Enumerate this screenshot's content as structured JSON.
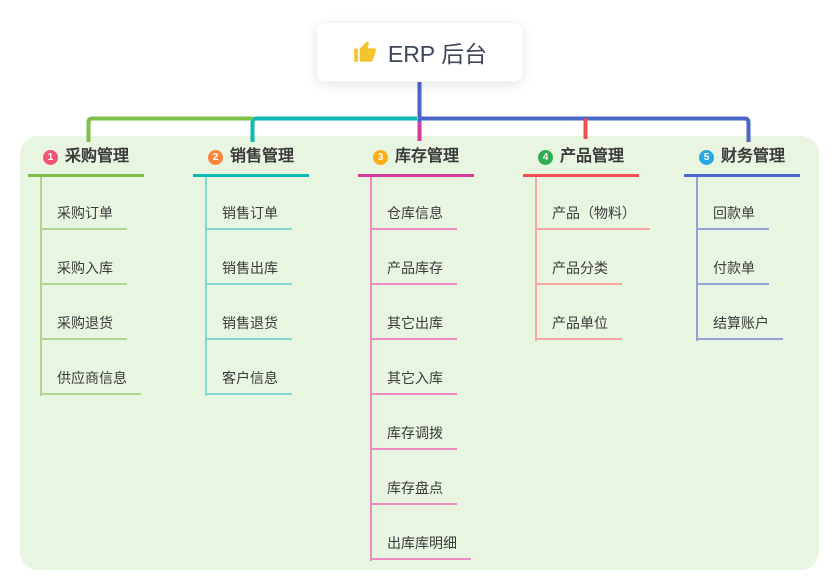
{
  "root": {
    "label": "ERP 后台",
    "icon": "thumbs-up-icon",
    "icon_color": "#f4c42d"
  },
  "panel_color": "#e8f5e1",
  "branches": [
    {
      "index": "1",
      "label": "采购管理",
      "badge_color": "#f25572",
      "line_color": "#7dbf4a",
      "child_line_color": "#b0d590",
      "children": [
        "采购订单",
        "采购入库",
        "采购退货",
        "供应商信息"
      ]
    },
    {
      "index": "2",
      "label": "销售管理",
      "badge_color": "#f8863b",
      "line_color": "#0db9b4",
      "child_line_color": "#84d8d4",
      "children": [
        "销售订单",
        "销售出库",
        "销售退货",
        "客户信息"
      ]
    },
    {
      "index": "3",
      "label": "库存管理",
      "badge_color": "#fcae15",
      "line_color": "#d23a9d",
      "child_line_color": "#ef8ac2",
      "children": [
        "仓库信息",
        "产品库存",
        "其它出库",
        "其它入库",
        "库存调拨",
        "库存盘点",
        "出库库明细"
      ]
    },
    {
      "index": "4",
      "label": "产品管理",
      "badge_color": "#2fae51",
      "line_color": "#f25050",
      "child_line_color": "#f7a8a4",
      "children": [
        "产品（物料）",
        "产品分类",
        "产品单位"
      ]
    },
    {
      "index": "5",
      "label": "财务管理",
      "badge_color": "#2ba7e0",
      "line_color": "#4a66c8",
      "child_line_color": "#93a3d8",
      "children": [
        "回款单",
        "付款单",
        "结算账户"
      ]
    }
  ]
}
